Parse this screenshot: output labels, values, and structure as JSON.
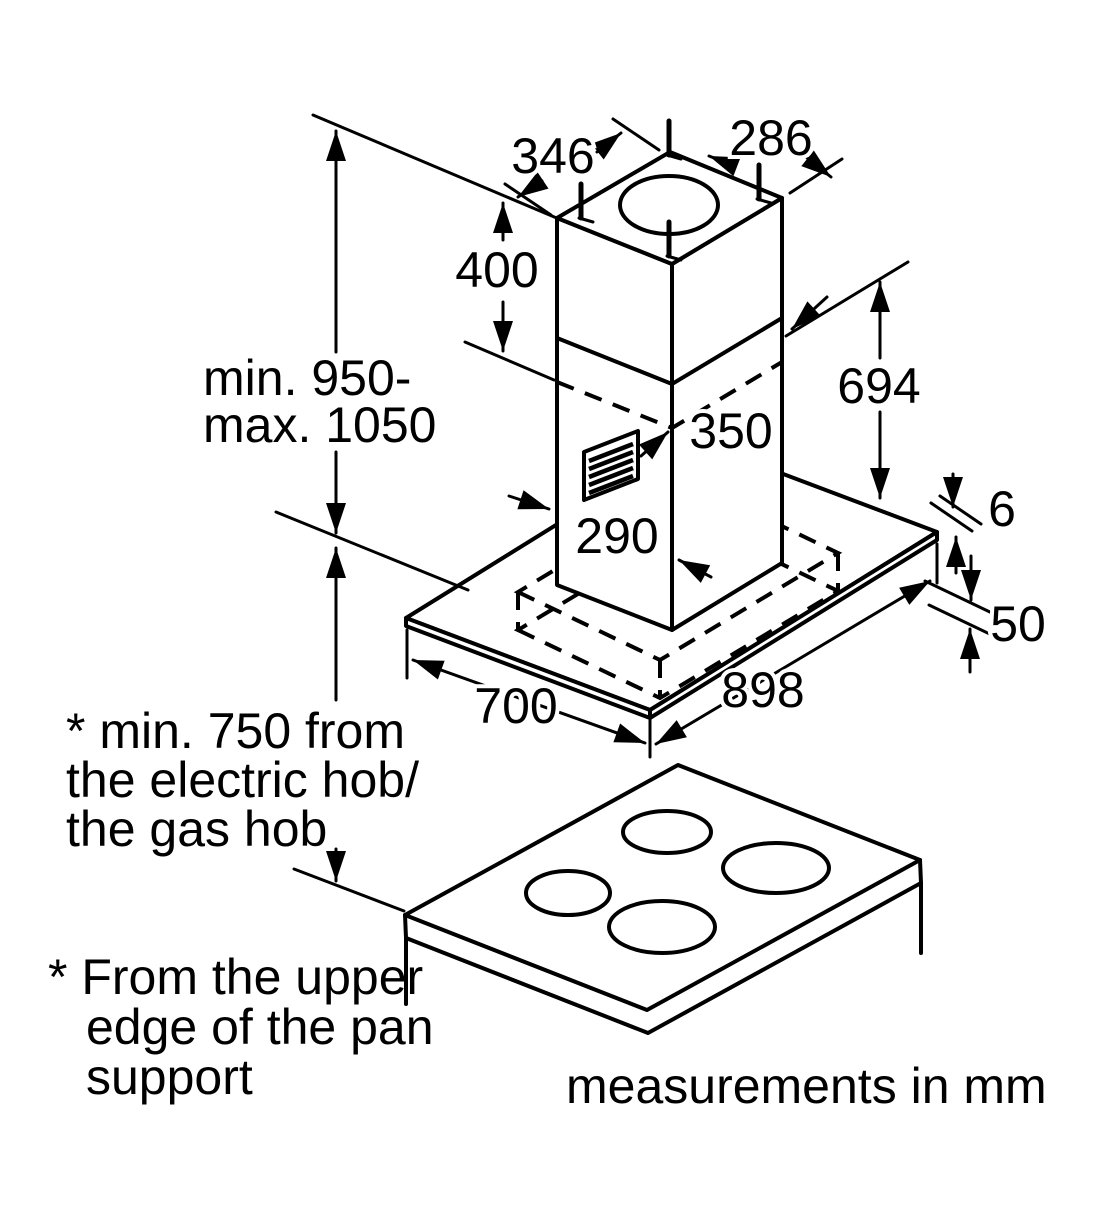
{
  "diagram": {
    "title_hint": "island cooker hood installation drawing",
    "dims": {
      "top_width": "346",
      "top_depth": "286",
      "upper_chimney_section": "400",
      "height_range_line1": "min. 950-",
      "height_range_line2": "max. 1050",
      "chimney_assembly_height": "694",
      "inner_chimney_width": "350",
      "lower_chimney_section": "290",
      "panel_thickness": "6",
      "body_height": "50",
      "canopy_depth": "700",
      "canopy_width": "898"
    },
    "notes": {
      "hob_clearance_line1": "* min. 750 from",
      "hob_clearance_line2": "the electric hob/",
      "hob_clearance_line3": "the gas hob",
      "pan_support_line1": "* From the upper",
      "pan_support_line2": "edge of the pan",
      "pan_support_line3": "support"
    },
    "footer": "measurements in mm",
    "colors": {
      "line": "#000000",
      "background": "#ffffff"
    }
  }
}
